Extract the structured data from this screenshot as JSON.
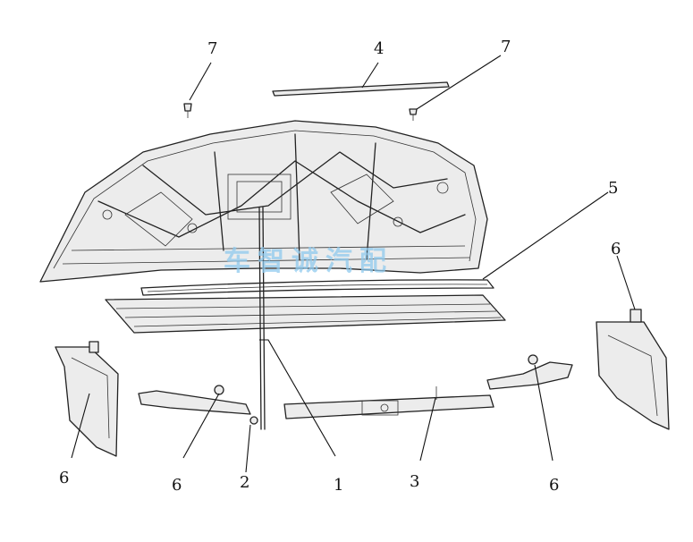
{
  "diagram": {
    "watermark": "车智诚汽配",
    "callouts": {
      "c1": "1",
      "c2": "2",
      "c3": "3",
      "c4": "4",
      "c5": "5",
      "c6_right": "6",
      "c6_left": "6",
      "c6_mid_left": "6",
      "c6_mid_right": "6",
      "c7_left": "7",
      "c7_right": "7"
    }
  }
}
